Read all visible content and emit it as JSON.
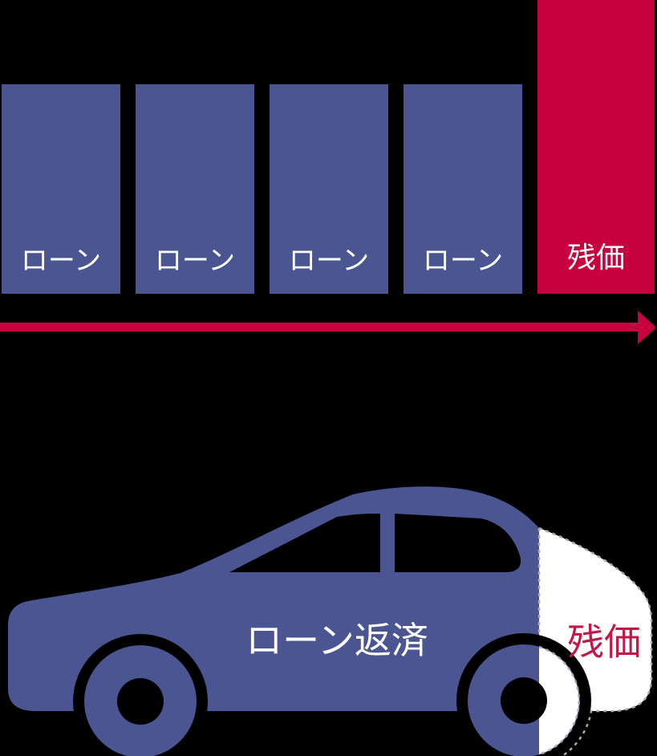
{
  "palette": {
    "background": "#000000",
    "bar_blue": "#4A5591",
    "accent_red": "#C8003F",
    "crimson_text": "#C31747",
    "label_white": "#FFFFFF",
    "dash_gray": "#AAAAAA"
  },
  "bar_chart": {
    "loan_labels": [
      "ローン",
      "ローン",
      "ローン",
      "ローン"
    ],
    "residual_label": "残価"
  },
  "car_diagram": {
    "loan_repayment_label": "ローン返済",
    "residual_label": "残価"
  }
}
